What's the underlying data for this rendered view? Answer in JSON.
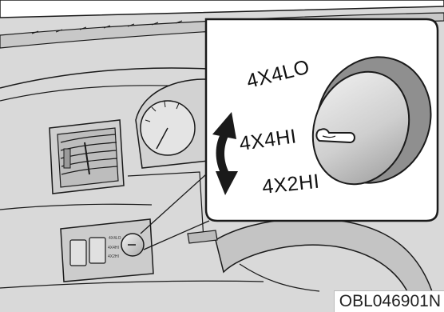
{
  "figure": {
    "callout_labels": {
      "low": "4X4LO",
      "high4": "4X4HI",
      "high2": "4X2HI"
    },
    "switch_panel_labels": {
      "low": "4X4LO",
      "high4": "4X4HI",
      "high2": "4X2HI"
    },
    "image_code": "OBL046901N"
  },
  "colors": {
    "background": "#ffffff",
    "dashboard_fill": "#d9d9d9",
    "callout_fill": "#ffffff",
    "outline": "#1a1a1a",
    "knob_shade": "#bfbfbf"
  }
}
